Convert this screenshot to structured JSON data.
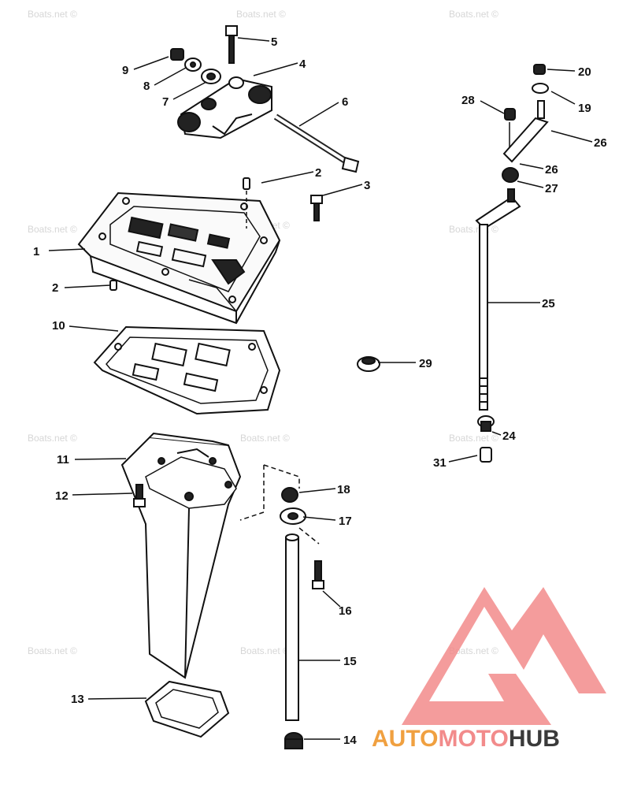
{
  "watermark": "Boats.net ©",
  "logo": {
    "part1": "AUTO",
    "part2": "MOTO",
    "part3": "HUB",
    "color_accent": "#f0a040",
    "color_red": "#f28b8b",
    "color_dark": "#3a3a3a"
  },
  "callouts": {
    "c1": "1",
    "c2a": "2",
    "c2b": "2",
    "c3": "3",
    "c4": "4",
    "c5": "5",
    "c6": "6",
    "c7": "7",
    "c8": "8",
    "c9": "9",
    "c10": "10",
    "c11": "11",
    "c12": "12",
    "c13": "13",
    "c14": "14",
    "c15": "15",
    "c16": "16",
    "c17": "17",
    "c18": "18",
    "c19": "19",
    "c20": "20",
    "c24": "24",
    "c25": "25",
    "c26a": "26",
    "c26b": "26",
    "c27": "27",
    "c28": "28",
    "c29": "29",
    "c31": "31"
  }
}
